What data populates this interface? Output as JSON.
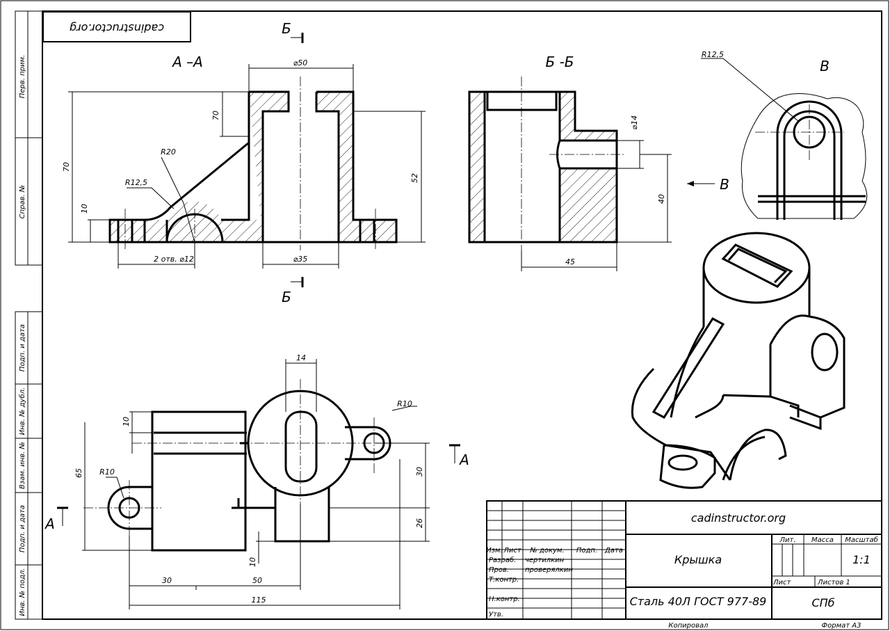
{
  "frame": {
    "mirrored_designation": "cadinstructor.org",
    "side_labels": [
      "Перв. прим.",
      "Справ. №",
      "Подп. и дата",
      "Инв. № дубл.",
      "Взам. инв. №",
      "Подп. и дата",
      "Инв. № подл."
    ]
  },
  "views": {
    "section_aa": {
      "title": "А –А",
      "dims": [
        "⌀50",
        "70",
        "70",
        "10",
        "52",
        "R20",
        "R12,5",
        "2 отв. ⌀12",
        "⌀35"
      ]
    },
    "section_bb": {
      "title": "Б -Б",
      "dims": [
        "⌀14",
        "40",
        "45"
      ]
    },
    "view_v": {
      "title": "В",
      "radius": "R12,5",
      "arrow_label": "В"
    },
    "plan": {
      "dims": [
        "14",
        "R10",
        "10",
        "65",
        "R10",
        "30",
        "26",
        "10",
        "30",
        "50",
        "115"
      ]
    },
    "cut_markers": {
      "b_top": "Б",
      "b_bottom": "Б",
      "a_right": "А",
      "a_left": "А"
    }
  },
  "title_block": {
    "company": "cadinstructor.org",
    "part_name": "Крышка",
    "material": "Сталь  40Л ГОСТ  977-89",
    "org": "СПб",
    "col_headers": [
      "Изм.",
      "Лист",
      "№ докум.",
      "Подп.",
      "Дата"
    ],
    "rows": [
      {
        "role": "Разраб.",
        "name": "чертилкин"
      },
      {
        "role": "Пров.",
        "name": "проверялкин"
      },
      {
        "role": "Т.контр.",
        "name": ""
      },
      {
        "role": "Н.контр.",
        "name": ""
      },
      {
        "role": "Утв.",
        "name": ""
      }
    ],
    "lit_label": "Лит.",
    "mass_label": "Масса",
    "scale_label": "Масштаб",
    "scale_value": "1:1",
    "sheet_label": "Лист",
    "sheets_label": "Листов  1"
  },
  "footer": {
    "copied": "Копировал",
    "format": "Формат  А3"
  }
}
